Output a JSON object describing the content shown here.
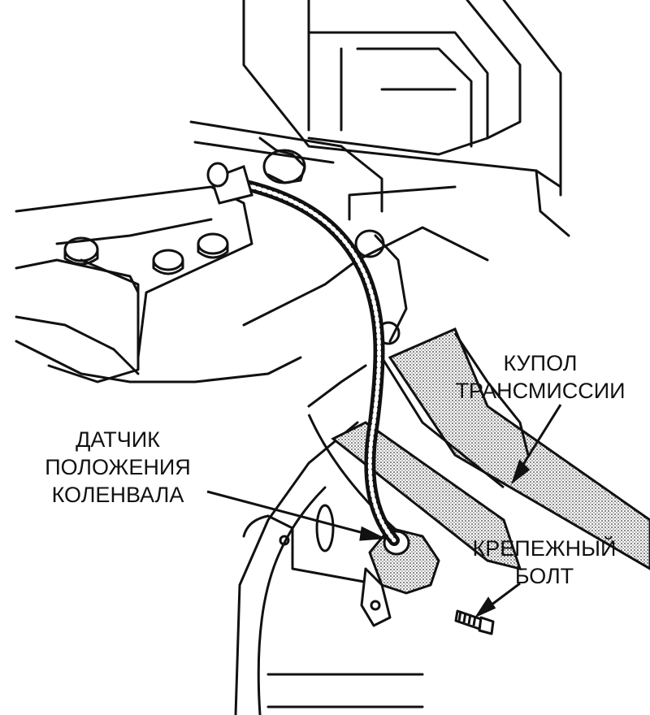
{
  "labels": {
    "dome": {
      "line1": "КУПОЛ",
      "line2": "ТРАНСМИССИИ"
    },
    "sensor": {
      "line1": "ДАТЧИК",
      "line2": "ПОЛОЖЕНИЯ",
      "line3": "КОЛЕНВАЛА"
    },
    "bolt": {
      "line1": "КРЕПЕЖНЫЙ",
      "line2": "БОЛТ"
    }
  },
  "colors": {
    "ink": "#111111",
    "paper": "#ffffff",
    "stipple": "#8a8a8a"
  }
}
